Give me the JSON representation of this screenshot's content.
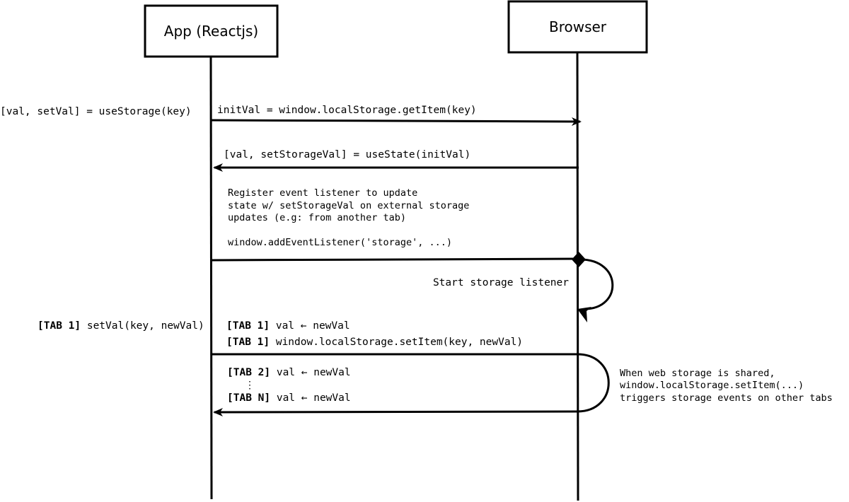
{
  "participants": {
    "app": {
      "label": "App (Reactjs)"
    },
    "browser": {
      "label": "Browser"
    }
  },
  "messages": {
    "hook_call": "[val, setVal] = useStorage(key)",
    "get_item": "initVal = window.localStorage.getItem(key)",
    "use_state": "[val, setStorageVal] = useState(initVal)",
    "register_note": {
      "line1": "Register event listener to update",
      "line2": "state w/ setStorageVal on external storage",
      "line3": "updates (e.g: from another tab)",
      "line4": "window.addEventListener('storage', ...)"
    },
    "start_listener": "Start storage listener",
    "tab1_set": {
      "tag": "[TAB 1]",
      "text": "setVal(key, newVal)"
    },
    "tab1_val": {
      "tag": "[TAB 1]",
      "text": "val ← newVal"
    },
    "tab1_set_item": {
      "tag": "[TAB 1]",
      "text": "window.localStorage.setItem(key, newVal)"
    },
    "tab2_val": {
      "tag": "[TAB 2]",
      "text": "val ← newVal"
    },
    "ellipsis": "⋮",
    "tabn_val": {
      "tag": "[TAB N]",
      "text": "val ← newVal"
    },
    "shared_note": {
      "line1": "When web storage is shared,",
      "line2": "window.localStorage.setItem(...)",
      "line3": "triggers storage events on other tabs"
    }
  }
}
